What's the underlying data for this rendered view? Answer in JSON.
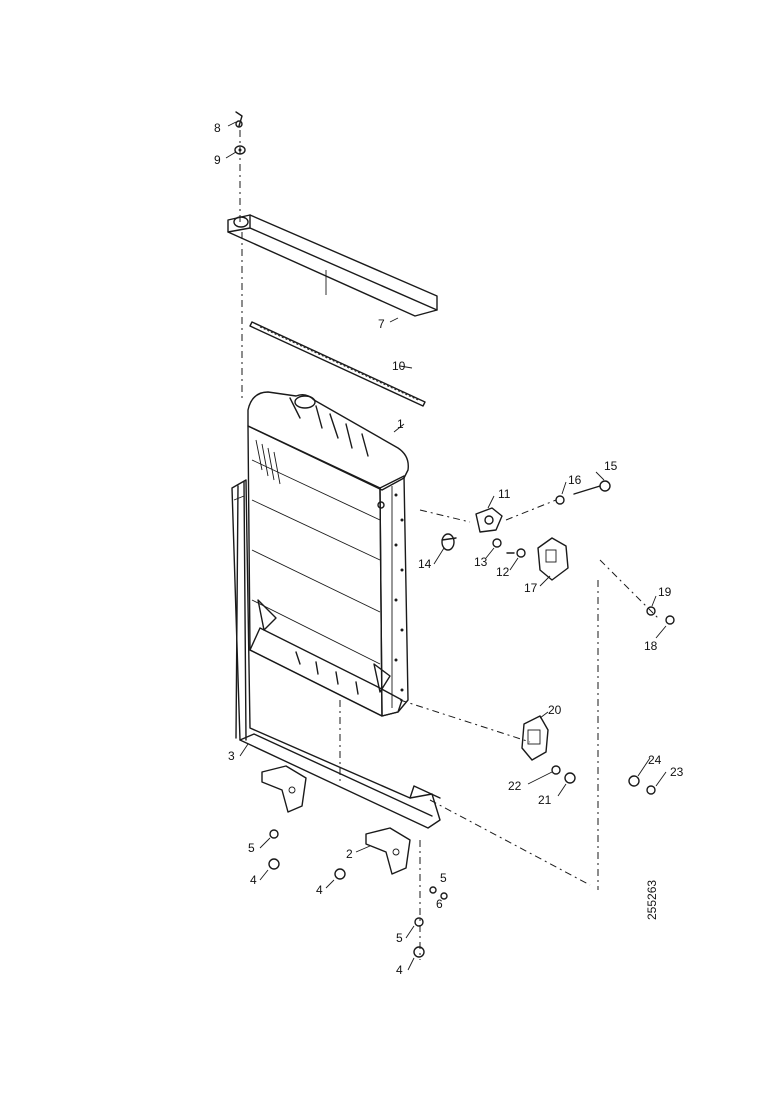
{
  "labels": {
    "p1": "1",
    "p2": "2",
    "p3": "3",
    "p4a": "4",
    "p4b": "4",
    "p4c": "4",
    "p5a": "5",
    "p5b": "5",
    "p5c": "5",
    "p6": "6",
    "p7": "7",
    "p8": "8",
    "p9": "9",
    "p10": "10",
    "p11": "11",
    "p12": "12",
    "p13": "13",
    "p14": "14",
    "p15": "15",
    "p16": "16",
    "p17": "17",
    "p18": "18",
    "p19": "19",
    "p20": "20",
    "p21": "21",
    "p22": "22",
    "p23": "23",
    "p24": "24"
  },
  "drawing_ref": "255263"
}
